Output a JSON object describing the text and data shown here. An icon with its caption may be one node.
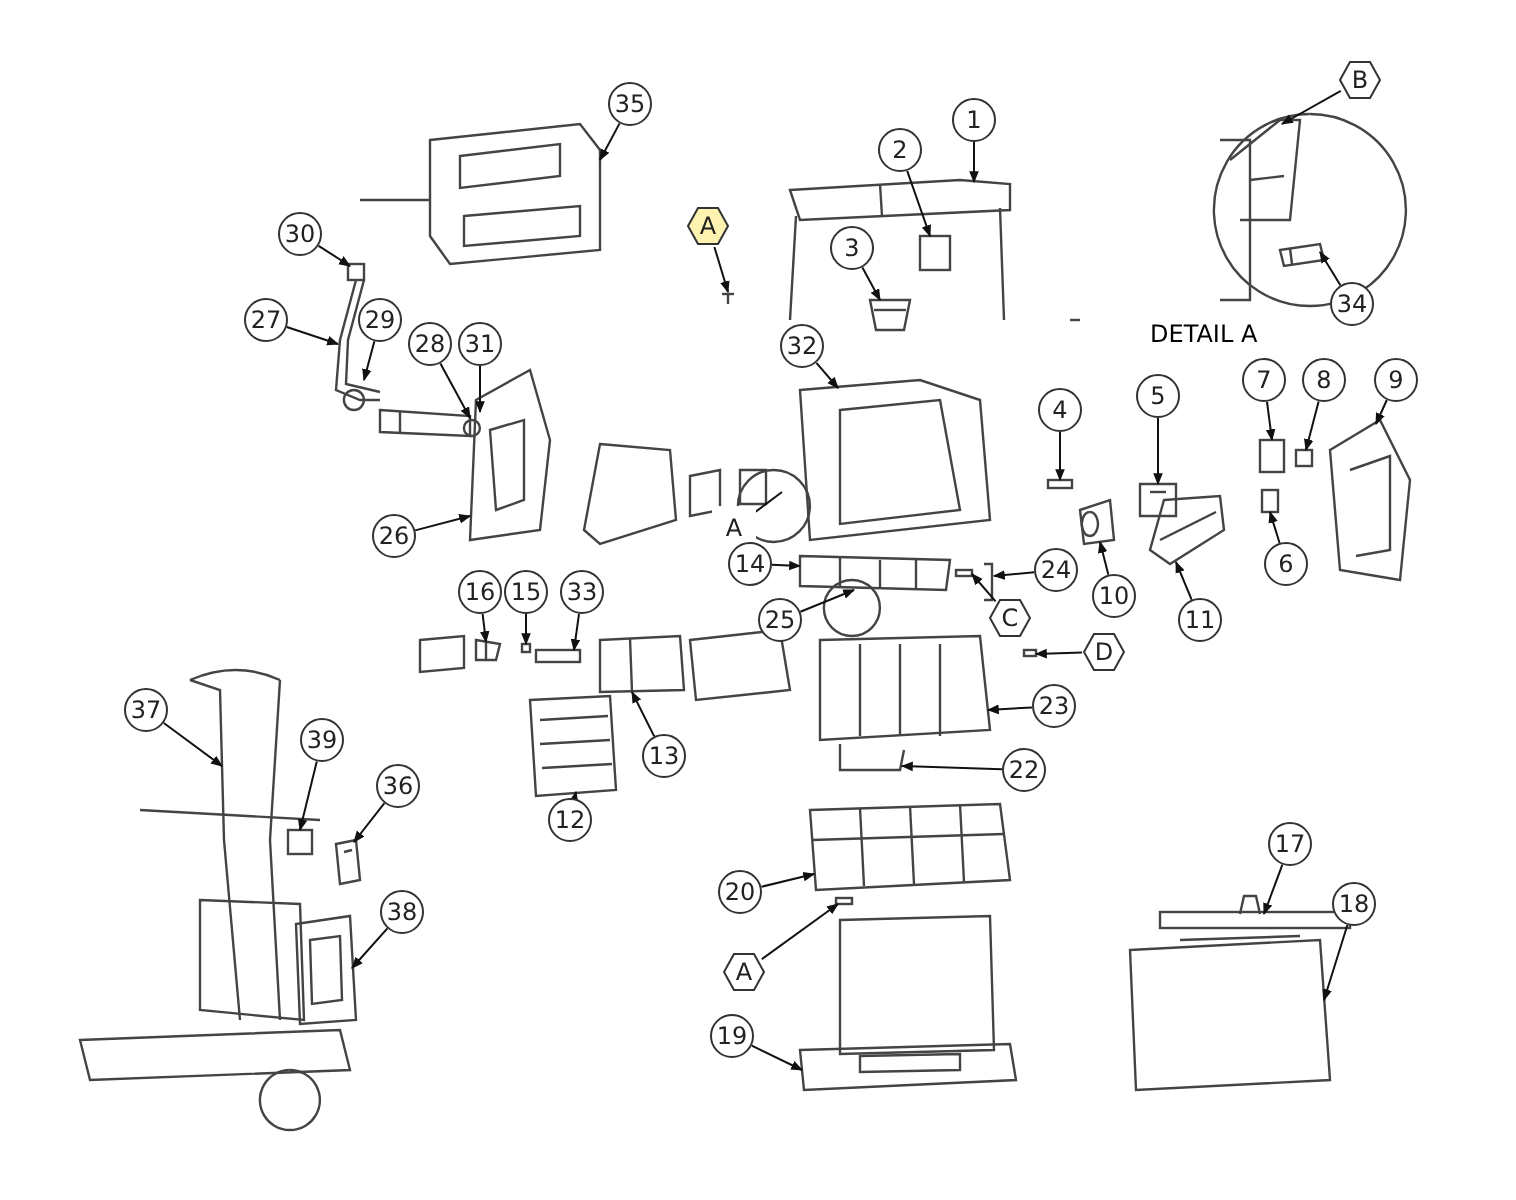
{
  "diagram": {
    "nodes": [
      {
        "text": [
          "35"
        ]
      },
      {
        "text": [
          "1"
        ]
      },
      {
        "text": [
          "2"
        ]
      },
      {
        "text": [
          "3"
        ]
      },
      {
        "text": [
          "A"
        ]
      },
      {
        "text": [
          "B"
        ]
      },
      {
        "text": [
          "34"
        ]
      },
      {
        "text": [
          "30"
        ]
      },
      {
        "text": [
          "27"
        ]
      },
      {
        "text": [
          "29"
        ]
      },
      {
        "text": [
          "28"
        ]
      },
      {
        "text": [
          "31"
        ]
      },
      {
        "text": [
          "32"
        ]
      },
      {
        "text": [
          "4"
        ]
      },
      {
        "text": [
          "5"
        ]
      },
      {
        "text": [
          "7"
        ]
      },
      {
        "text": [
          "8"
        ]
      },
      {
        "text": [
          "9"
        ]
      },
      {
        "text": [
          "26"
        ]
      },
      {
        "text": [
          "A"
        ]
      },
      {
        "text": [
          "14"
        ]
      },
      {
        "text": [
          "24"
        ]
      },
      {
        "text": [
          "6"
        ]
      },
      {
        "text": [
          "10"
        ]
      },
      {
        "text": [
          "11"
        ]
      },
      {
        "text": [
          "16"
        ]
      },
      {
        "text": [
          "15"
        ]
      },
      {
        "text": [
          "33"
        ]
      },
      {
        "text": [
          "25"
        ]
      },
      {
        "text": [
          "C"
        ]
      },
      {
        "text": [
          "D"
        ]
      },
      {
        "text": [
          "23"
        ]
      },
      {
        "text": [
          "13"
        ]
      },
      {
        "text": [
          "22"
        ]
      },
      {
        "text": [
          "12"
        ]
      },
      {
        "text": [
          "37"
        ]
      },
      {
        "text": [
          "39"
        ]
      },
      {
        "text": [
          "36"
        ]
      },
      {
        "text": [
          "20"
        ]
      },
      {
        "text": [
          "38"
        ]
      },
      {
        "text": [
          "17"
        ]
      },
      {
        "text": [
          "18"
        ]
      },
      {
        "text": [
          "A"
        ]
      },
      {
        "text": [
          "19"
        ]
      },
      {
        "text": [],
        "shape": "picture"
      },
      {
        "text": [],
        "shape": "picture"
      },
      {
        "text": [],
        "shape": "box"
      },
      {
        "text": [],
        "shape": "picture"
      },
      {
        "text": [],
        "shape": "picture"
      },
      {
        "text": [],
        "shape": "picture"
      },
      {
        "text": [],
        "shape": "picture"
      },
      {
        "text": [],
        "shape": "box"
      },
      {
        "text": [],
        "shape": "picture"
      },
      {
        "text": [],
        "shape": "circle"
      },
      {
        "text": [],
        "shape": "picture"
      },
      {
        "text": [],
        "shape": "circle"
      },
      {
        "text": [],
        "shape": "picture"
      },
      {
        "text": [],
        "shape": "box"
      },
      {
        "text": [],
        "shape": "picture"
      },
      {
        "text": [],
        "shape": "box"
      },
      {
        "text": [],
        "shape": "box"
      },
      {
        "text": [],
        "shape": "picture"
      },
      {
        "text": [],
        "shape": "picture"
      },
      {
        "text": [],
        "shape": "circle"
      },
      {
        "text": [],
        "shape": "picture"
      },
      {
        "text": [],
        "shape": "picture"
      },
      {
        "text": [],
        "shape": "box"
      },
      {
        "text": [],
        "shape": "picture"
      },
      {
        "text": [],
        "shape": "picture"
      },
      {
        "text": [],
        "shape": "picture"
      },
      {
        "text": [],
        "shape": "box"
      },
      {
        "text": [],
        "shape": "box"
      },
      {
        "text": [],
        "shape": "circle"
      },
      {
        "text": [],
        "shape": "box"
      },
      {
        "text": [],
        "shape": "box"
      },
      {
        "text": [],
        "shape": "picture"
      },
      {
        "text": [],
        "shape": "picture"
      },
      {
        "text": [],
        "shape": "picture"
      },
      {
        "text": [],
        "shape": "picture"
      },
      {
        "text": [],
        "shape": "picture"
      },
      {
        "text": [],
        "shape": "box"
      },
      {
        "text": [],
        "shape": "picture"
      },
      {
        "text": [],
        "shape": "picture"
      },
      {
        "text": [],
        "shape": "picture"
      },
      {
        "text": [],
        "shape": "box"
      },
      {
        "text": [],
        "shape": "picture"
      },
      {
        "text": [],
        "shape": "box"
      },
      {
        "text": [],
        "shape": "picture"
      }
    ],
    "edges": [
      {
        "from": 0,
        "to": 44,
        "arrow": "to"
      },
      {
        "from": 1,
        "to": 45,
        "arrow": "to"
      },
      {
        "from": 2,
        "to": 46,
        "arrow": "to"
      },
      {
        "from": 3,
        "to": 47,
        "arrow": "to"
      },
      {
        "from": 4,
        "to": 48,
        "arrow": "to"
      },
      {
        "from": 5,
        "to": 49,
        "arrow": "to"
      },
      {
        "from": 6,
        "to": 50,
        "arrow": "to"
      },
      {
        "from": 7,
        "to": 51,
        "arrow": "to"
      },
      {
        "from": 8,
        "to": 52,
        "arrow": "to"
      },
      {
        "from": 9,
        "to": 53,
        "arrow": "to"
      },
      {
        "from": 10,
        "to": 54,
        "arrow": "to"
      },
      {
        "from": 11,
        "to": 55,
        "arrow": "to"
      },
      {
        "from": 12,
        "to": 56,
        "arrow": "to"
      },
      {
        "from": 13,
        "to": 57,
        "arrow": "to"
      },
      {
        "from": 14,
        "to": 58,
        "arrow": "to"
      },
      {
        "from": 15,
        "to": 59,
        "arrow": "to"
      },
      {
        "from": 16,
        "to": 60,
        "arrow": "to"
      },
      {
        "from": 17,
        "to": 61,
        "arrow": "to"
      },
      {
        "from": 18,
        "to": 62,
        "arrow": "to"
      },
      {
        "from": 19,
        "to": 63,
        "arrow": "none"
      },
      {
        "from": 20,
        "to": 64,
        "arrow": "to"
      },
      {
        "from": 21,
        "to": 65,
        "arrow": "to"
      },
      {
        "from": 22,
        "to": 66,
        "arrow": "to"
      },
      {
        "from": 23,
        "to": 67,
        "arrow": "to"
      },
      {
        "from": 24,
        "to": 68,
        "arrow": "to"
      },
      {
        "from": 25,
        "to": 69,
        "arrow": "to"
      },
      {
        "from": 26,
        "to": 70,
        "arrow": "to"
      },
      {
        "from": 27,
        "to": 71,
        "arrow": "to"
      },
      {
        "from": 28,
        "to": 72,
        "arrow": "to"
      },
      {
        "from": 29,
        "to": 73,
        "arrow": "to"
      },
      {
        "from": 30,
        "to": 74,
        "arrow": "to"
      },
      {
        "from": 31,
        "to": 75,
        "arrow": "to"
      },
      {
        "from": 32,
        "to": 76,
        "arrow": "to"
      },
      {
        "from": 33,
        "to": 77,
        "arrow": "to"
      },
      {
        "from": 34,
        "to": 78,
        "arrow": "to"
      },
      {
        "from": 35,
        "to": 79,
        "arrow": "to"
      },
      {
        "from": 36,
        "to": 80,
        "arrow": "to"
      },
      {
        "from": 37,
        "to": 81,
        "arrow": "to"
      },
      {
        "from": 38,
        "to": 82,
        "arrow": "to"
      },
      {
        "from": 39,
        "to": 83,
        "arrow": "to"
      },
      {
        "from": 40,
        "to": 84,
        "arrow": "to"
      },
      {
        "from": 41,
        "to": 85,
        "arrow": "to"
      },
      {
        "from": 42,
        "to": 86,
        "arrow": "to"
      },
      {
        "from": 43,
        "to": 87,
        "arrow": "to"
      }
    ],
    "labels": [
      "DETAIL A"
    ]
  }
}
